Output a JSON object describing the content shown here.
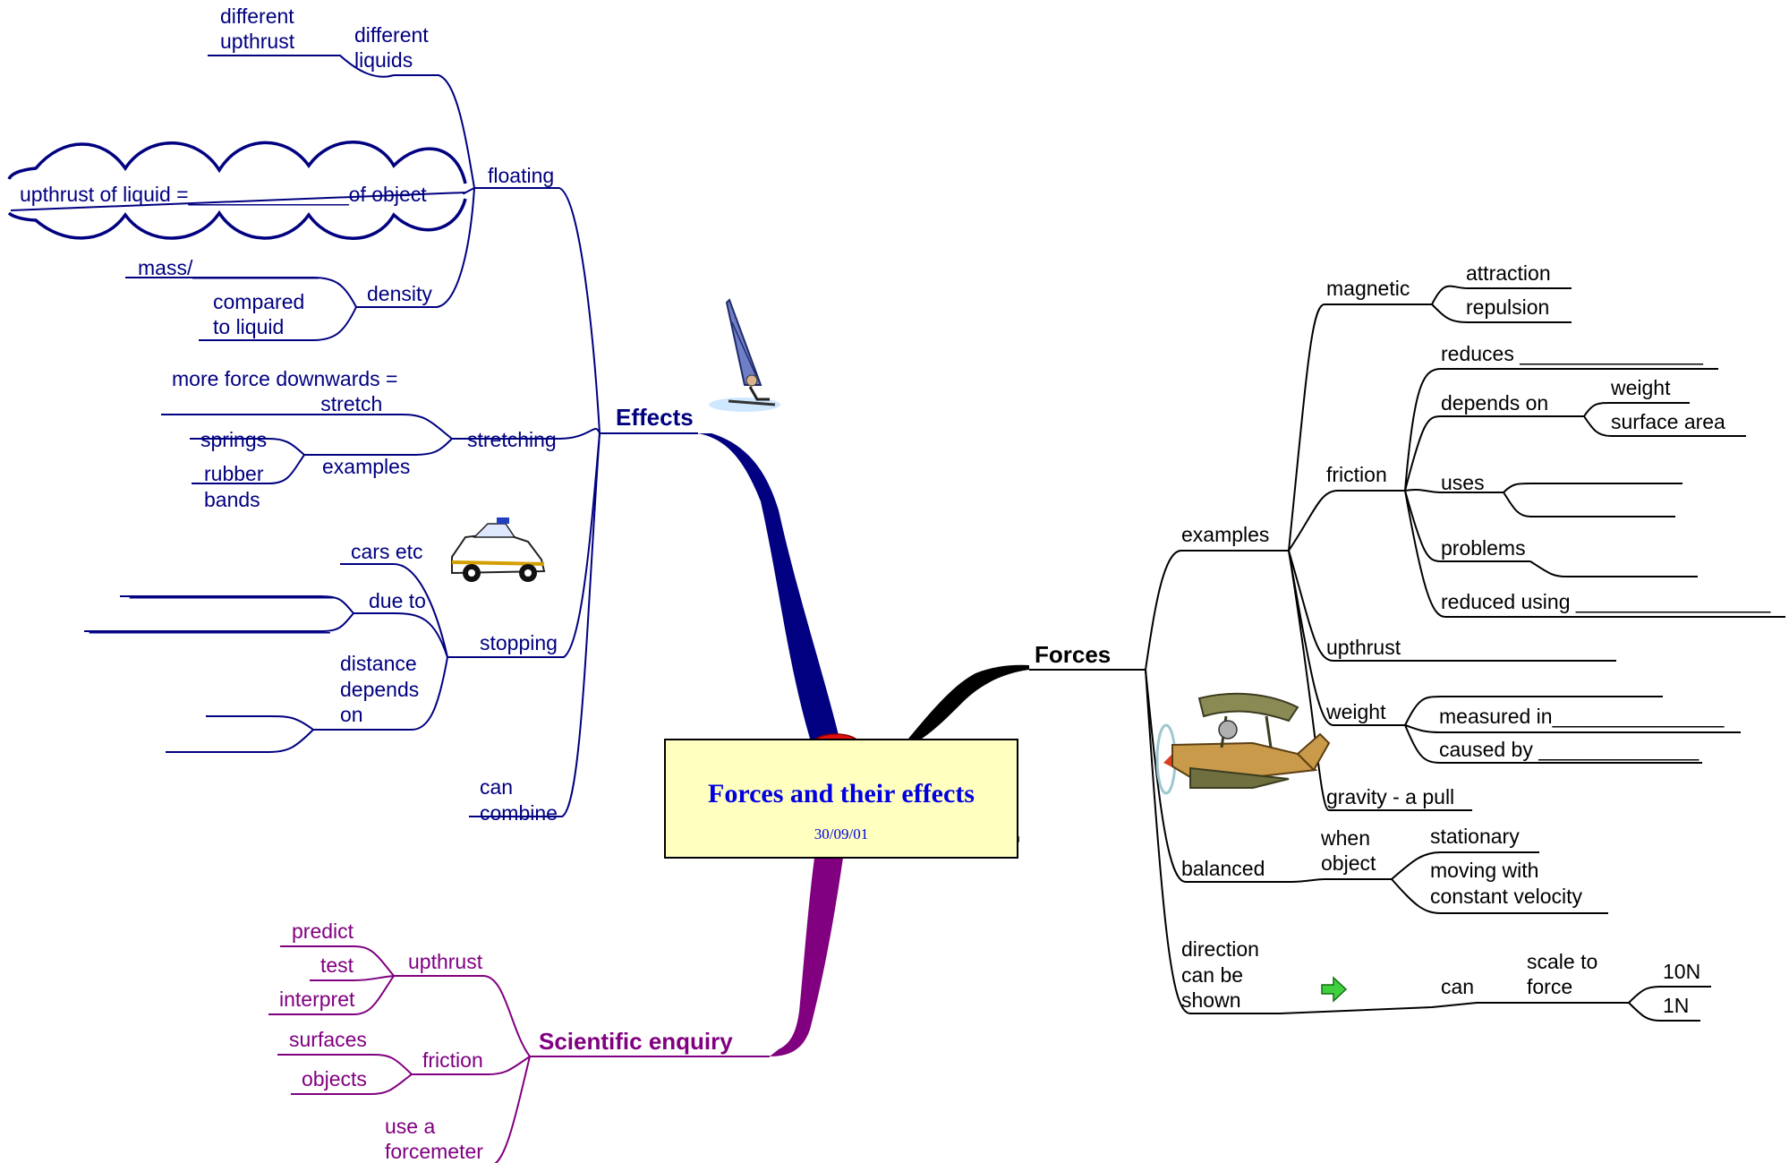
{
  "central": {
    "title": "Forces and their effects",
    "date": "30/09/01"
  },
  "effects": {
    "label": "Effects",
    "floating": {
      "label": "floating",
      "different_liquids": "different",
      "different_liquids_2": "liquids",
      "different_upthrust": "different",
      "different_upthrust_2": "upthrust",
      "equation": "upthrust of liquid =______________of object"
    },
    "density": {
      "label": "density",
      "mass": "mass/___________",
      "compared": "compared",
      "compared_2": "to liquid"
    },
    "stretching": {
      "label": "stretching",
      "more_force": "more force downwards =",
      "more_force_2": "_____________stretch",
      "examples": "examples",
      "springs": "springs",
      "rubber": "rubber",
      "bands": "bands"
    },
    "stopping": {
      "label": "stopping",
      "cars": "cars etc",
      "due_to": "due to",
      "blank_1": "__________________",
      "blank_2": "_____________________",
      "distance": "distance",
      "depends": "depends",
      "on": "on"
    },
    "can": "can",
    "combine": "combine"
  },
  "forces": {
    "label": "Forces",
    "examples": "examples",
    "magnetic": "magnetic",
    "attraction": "attraction",
    "repulsion": "repulsion",
    "friction": "friction",
    "reduces": "reduces ________________",
    "depends_on": "depends on",
    "weight_dep": "weight",
    "surface_area": "surface area",
    "uses": "uses",
    "problems": "problems",
    "reduced_using": "reduced using _________________",
    "upthrust": "upthrust",
    "weight": "weight",
    "measured_in": "measured in_______________",
    "caused_by": "caused by  ______________",
    "gravity": "gravity - a pull",
    "balanced": "balanced",
    "when": "when",
    "object": "object",
    "stationary": "stationary",
    "moving_with": "moving with",
    "constant_velocity": "constant velocity",
    "direction": "direction",
    "can_be": "can be",
    "shown": "shown",
    "can": "can",
    "scale_to": "scale to",
    "force": "force",
    "n10": "10N",
    "n1": "1N"
  },
  "enquiry": {
    "label": "Scientific enquiry",
    "upthrust": "upthrust",
    "predict": "predict",
    "test": "test",
    "interpret": "interpret",
    "friction": "friction",
    "surfaces": "surfaces",
    "objects": "objects",
    "use_a": "use a",
    "forcemeter": "forcemeter"
  },
  "colors": {
    "effects": "#000080",
    "forces": "#000000",
    "enquiry": "#800080",
    "central_fill": "#ffffc0",
    "title": "#0000e0"
  }
}
